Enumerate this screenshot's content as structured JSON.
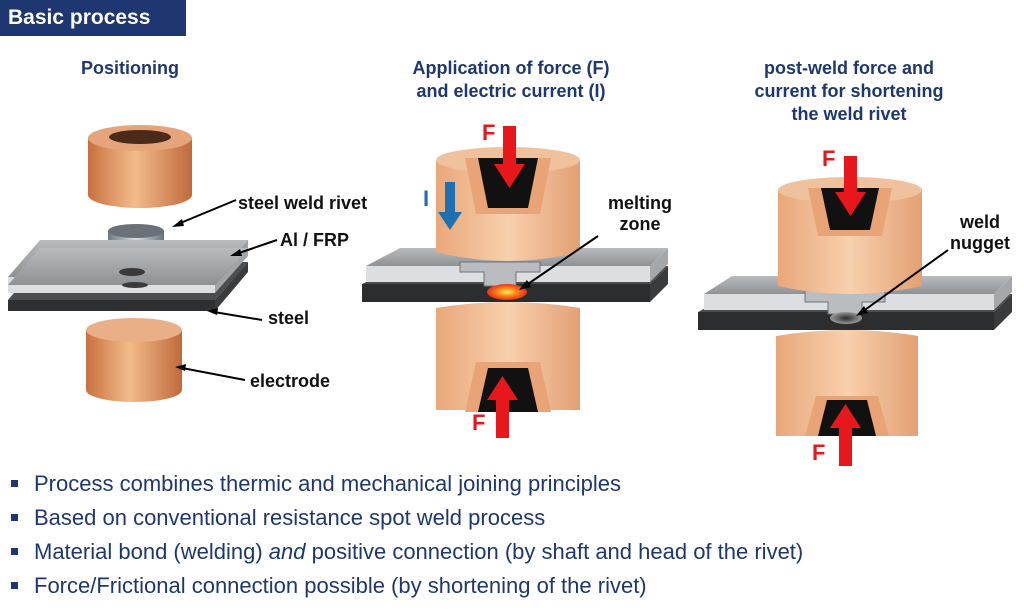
{
  "title": "Basic process",
  "headings": {
    "positioning": "Positioning",
    "application": "Application of force (F)\nand electric current (I)",
    "postweld": "post-weld force and\ncurrent for shortening\nthe weld rivet"
  },
  "labels": {
    "rivet": "steel weld rivet",
    "al_frp": "Al / FRP",
    "steel": "steel",
    "electrode": "electrode",
    "melting_zone": "melting\nzone",
    "weld_nugget": "weld\nnugget"
  },
  "force_symbol": "F",
  "current_symbol": "I",
  "bullets": [
    {
      "pre": "Process combines thermic and mechanical joining principles",
      "em": "",
      "post": ""
    },
    {
      "pre": "Based on conventional resistance spot weld process",
      "em": "",
      "post": ""
    },
    {
      "pre": "Material bond (welding) ",
      "em": "and",
      "post": " positive connection (by shaft and head of the rivet)"
    },
    {
      "pre": "Force/Frictional connection possible (by shortening of the rivet)",
      "em": "",
      "post": ""
    }
  ],
  "colors": {
    "brand": "#1f3770",
    "force_arrow": "#e8171b",
    "current_arrow": "#1f6fb3",
    "electrode": "#e0915e"
  },
  "icons": [
    "force-arrow-icon",
    "current-arrow-icon"
  ]
}
